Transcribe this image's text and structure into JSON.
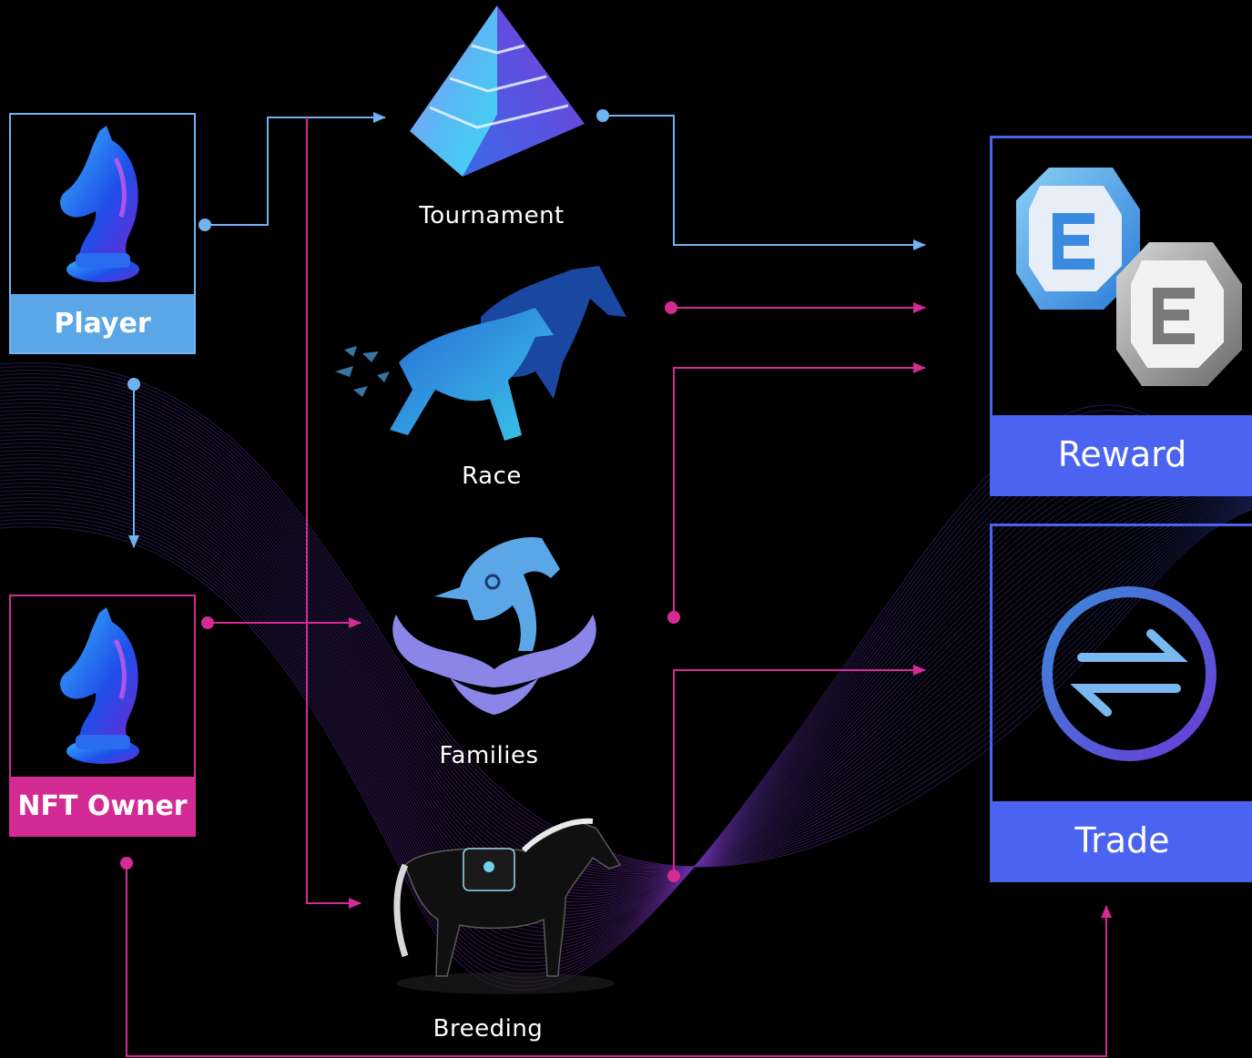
{
  "roles": {
    "player": {
      "label": "Player",
      "color": "#5aa6e6",
      "line": "#6fb3f0"
    },
    "nft_owner": {
      "label": "NFT Owner",
      "color": "#d42a93",
      "line": "#d42a93"
    }
  },
  "activities": {
    "tournament": {
      "label": "Tournament"
    },
    "race": {
      "label": "Race"
    },
    "families": {
      "label": "Families"
    },
    "breeding": {
      "label": "Breeding"
    }
  },
  "outcomes": {
    "reward": {
      "label": "Reward",
      "color": "#4a63f0"
    },
    "trade": {
      "label": "Trade",
      "color": "#4a63f0"
    }
  },
  "icons": {
    "player": "knight-chess-piece-icon",
    "nft_owner": "knight-chess-piece-icon",
    "tournament": "pyramid-icon",
    "race": "galloping-horses-icon",
    "families": "horse-crest-icon",
    "breeding": "black-horse-icon",
    "reward": "token-coins-icon",
    "trade": "exchange-arrows-icon"
  }
}
